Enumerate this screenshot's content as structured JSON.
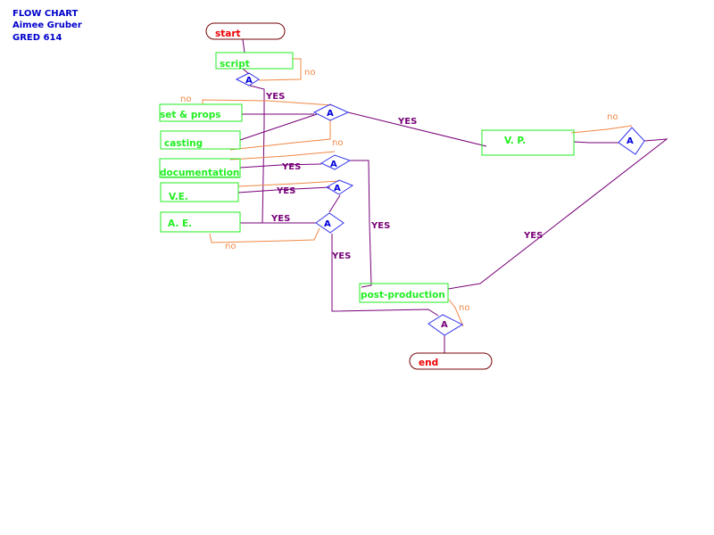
{
  "header": {
    "title": "FLOW CHART",
    "author": "Aimee Gruber",
    "course": "GRED 614"
  },
  "colors": {
    "header_text": "#0000cc",
    "process_box": "#22ee22",
    "terminal_text": "#ee0000",
    "terminal_border": "#770000",
    "decision": "#3333ee",
    "yes_path": "#770077",
    "no_path": "#f08844"
  },
  "terminals": {
    "start": "start",
    "end": "end"
  },
  "processes": {
    "script": "script",
    "set_props": "set & props",
    "casting": "casting",
    "documentation": "documentation",
    "ve": "V.E.",
    "ae": "A. E.",
    "vp": "V. P.",
    "post": "post-production"
  },
  "decision_label": "A",
  "edge_labels": {
    "yes": "YES",
    "no": "no"
  }
}
